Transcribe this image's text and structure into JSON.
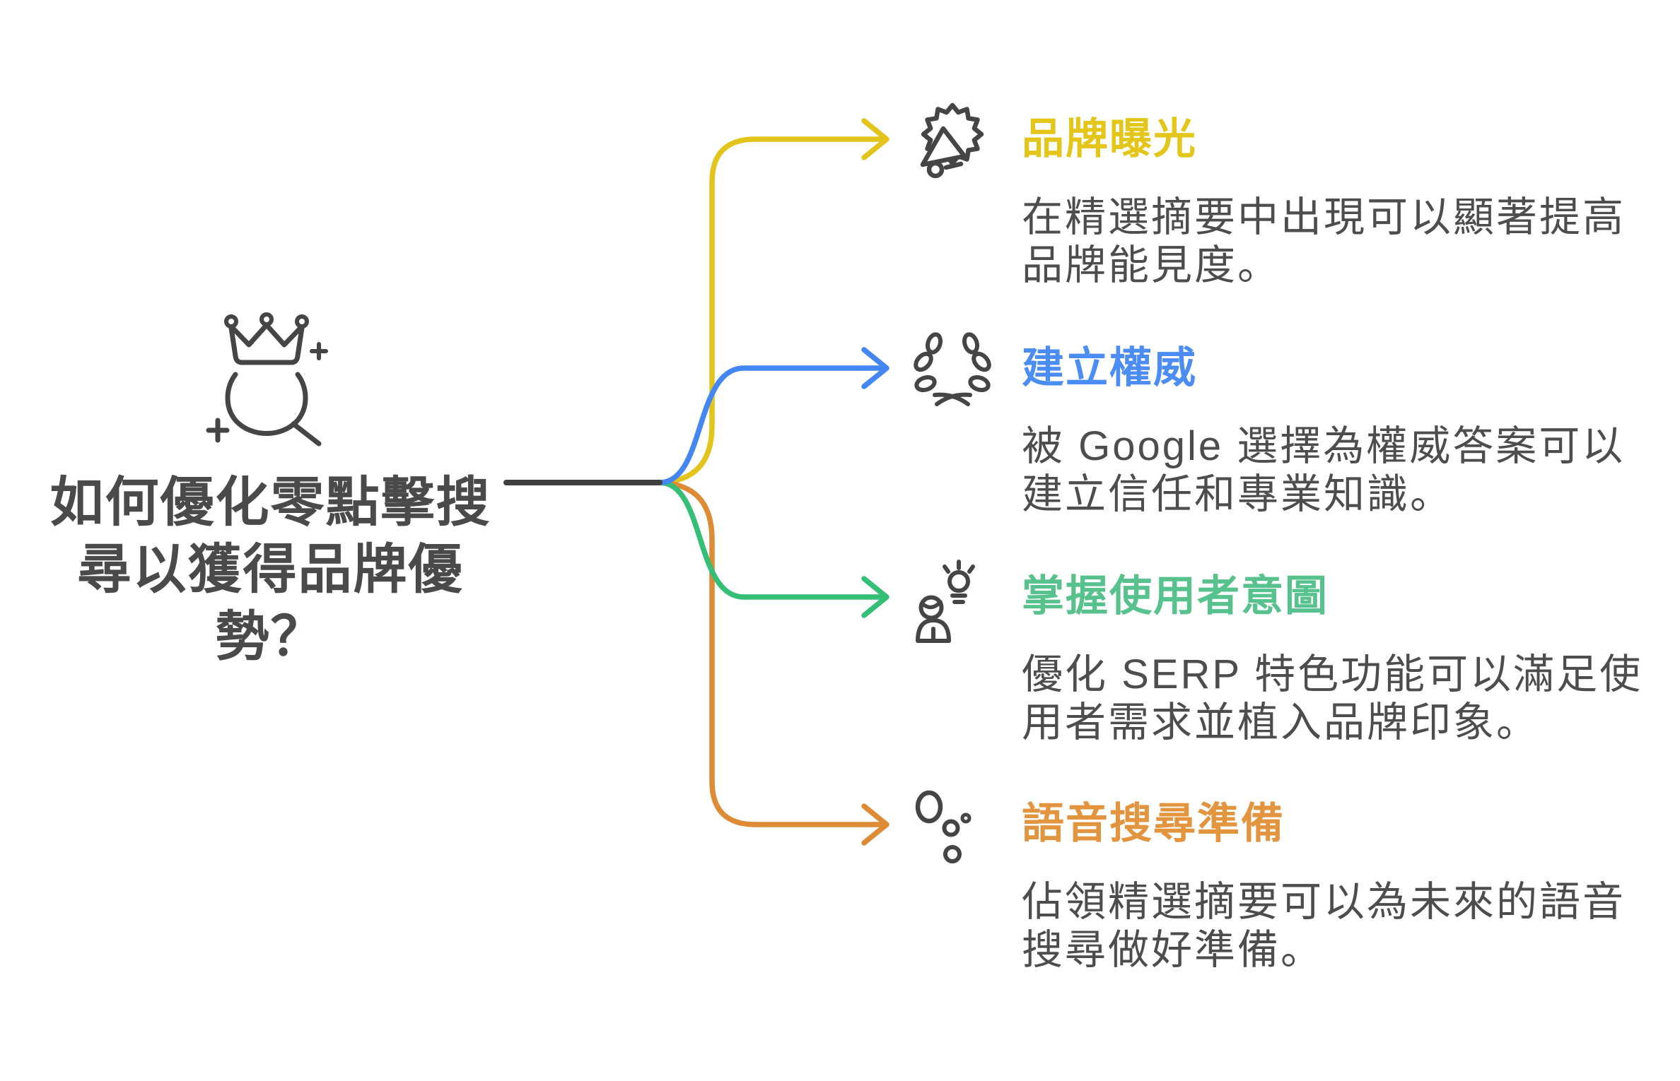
{
  "central": {
    "icon": "crown-magnifier-icon",
    "title": "如何優化零點擊搜\n尋以獲得品牌優\n勢？",
    "title_color": "#4A4A4A"
  },
  "branches": [
    {
      "icon": "megaphone-burst-icon",
      "title": "品牌曝光",
      "title_color": "#E4C51A",
      "line_color": "#E2C41D",
      "description": "在精選摘要中出現可以顯著提高\n品牌能見度。"
    },
    {
      "icon": "laurel-wreath-icon",
      "title": "建立權威",
      "title_color": "#4C8CF5",
      "line_color": "#4486F2",
      "description": "被 Google 選擇為權威答案可以\n建立信任和專業知識。"
    },
    {
      "icon": "person-lightbulb-icon",
      "title": "掌握使用者意圖",
      "title_color": "#57C28D",
      "line_color": "#34BE76",
      "description": "優化 SERP 特色功能可以滿足使\n用者需求並植入品牌印象。"
    },
    {
      "icon": "voice-dots-icon",
      "title": "語音搜尋準備",
      "title_color": "#E2943E",
      "line_color": "#DE8B35",
      "description": "佔領精選摘要可以為未來的語音\n搜尋做好準備。"
    }
  ],
  "connectors": {
    "trunk_color": "#3F3F3F"
  },
  "styles": {
    "description_color": "#4D4D4D",
    "icon_stroke": "#454545",
    "background": "#FFFFFF"
  }
}
